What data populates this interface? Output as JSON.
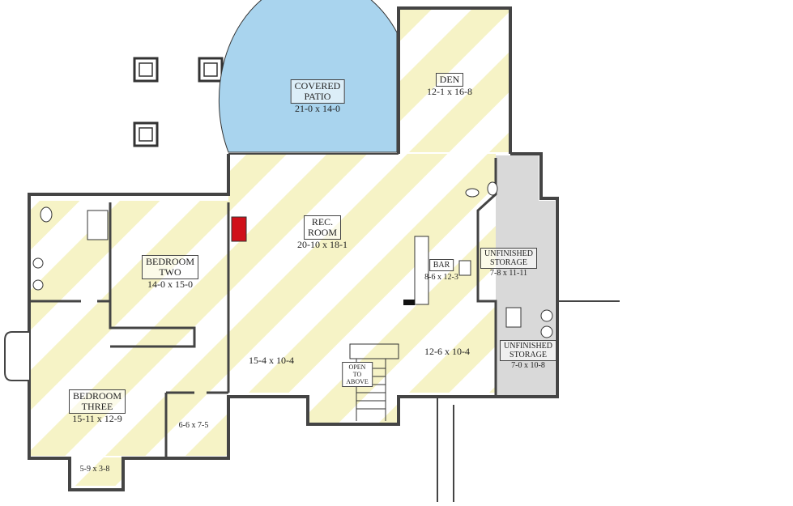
{
  "colors": {
    "stripe": "#f6f3c6",
    "patio": "#a9d4ee",
    "storage": "#d9d9d9",
    "wall": "#444444",
    "fireplace": "#d0101a"
  },
  "rooms": {
    "covered_patio": {
      "name_line1": "COVERED",
      "name_line2": "PATIO",
      "size": "21-0 x 14-0"
    },
    "den": {
      "name": "DEN",
      "size": "12-1 x 16-8"
    },
    "rec_room": {
      "name_line1": "REC.",
      "name_line2": "ROOM",
      "size": "20-10 x 18-1"
    },
    "bar": {
      "name": "BAR",
      "size": "8-6 x 12-3"
    },
    "storage_1": {
      "name_line1": "UNFINISHED",
      "name_line2": "STORAGE",
      "size": "7-8 x 11-11"
    },
    "storage_2": {
      "name_line1": "UNFINISHED",
      "name_line2": "STORAGE",
      "size": "7-0 x 10-8"
    },
    "bedroom_two": {
      "name_line1": "BEDROOM",
      "name_line2": "TWO",
      "size": "14-0 x 15-0"
    },
    "bedroom_three": {
      "name_line1": "BEDROOM",
      "name_line2": "THREE",
      "size": "15-11 x 12-9"
    },
    "hall": {
      "size": "15-4 x 10-4"
    },
    "game_area": {
      "size": "12-6 x 10-4"
    },
    "closet": {
      "size": "6-6 x 7-5"
    },
    "window_well": {
      "size": "5-9 x 3-8"
    },
    "stairs": {
      "line1": "OPEN",
      "line2": "TO",
      "line3": "ABOVE"
    }
  }
}
